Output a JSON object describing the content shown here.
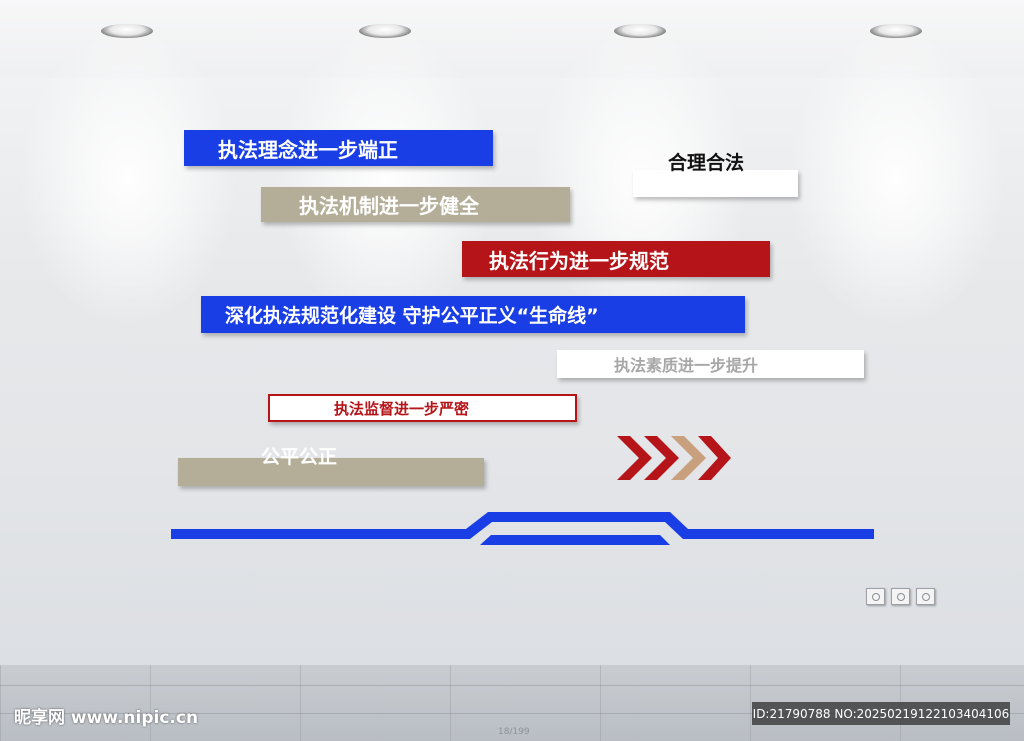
{
  "scene": {
    "plates": {
      "p1": "执法理念进一步端正",
      "p2": "执法机制进一步健全",
      "p3": "执法行为进一步规范",
      "p4": "深化执法规范化建设 守护公平正义“生命线”",
      "p5": "执法素质进一步提升",
      "p6": "执法监督进一步严密"
    },
    "floating": {
      "top_right": "合理合法",
      "bottom_left": "公平公正"
    },
    "colors": {
      "blue": "#1a3ee6",
      "red": "#b51418",
      "khaki": "#b4ae98",
      "chevron_tan": "#c8a07e"
    }
  },
  "watermark": {
    "left": "昵享网 www.nipic.cn",
    "right": "ID:21790788 NO:20250219122103404106",
    "page": "18/199"
  }
}
